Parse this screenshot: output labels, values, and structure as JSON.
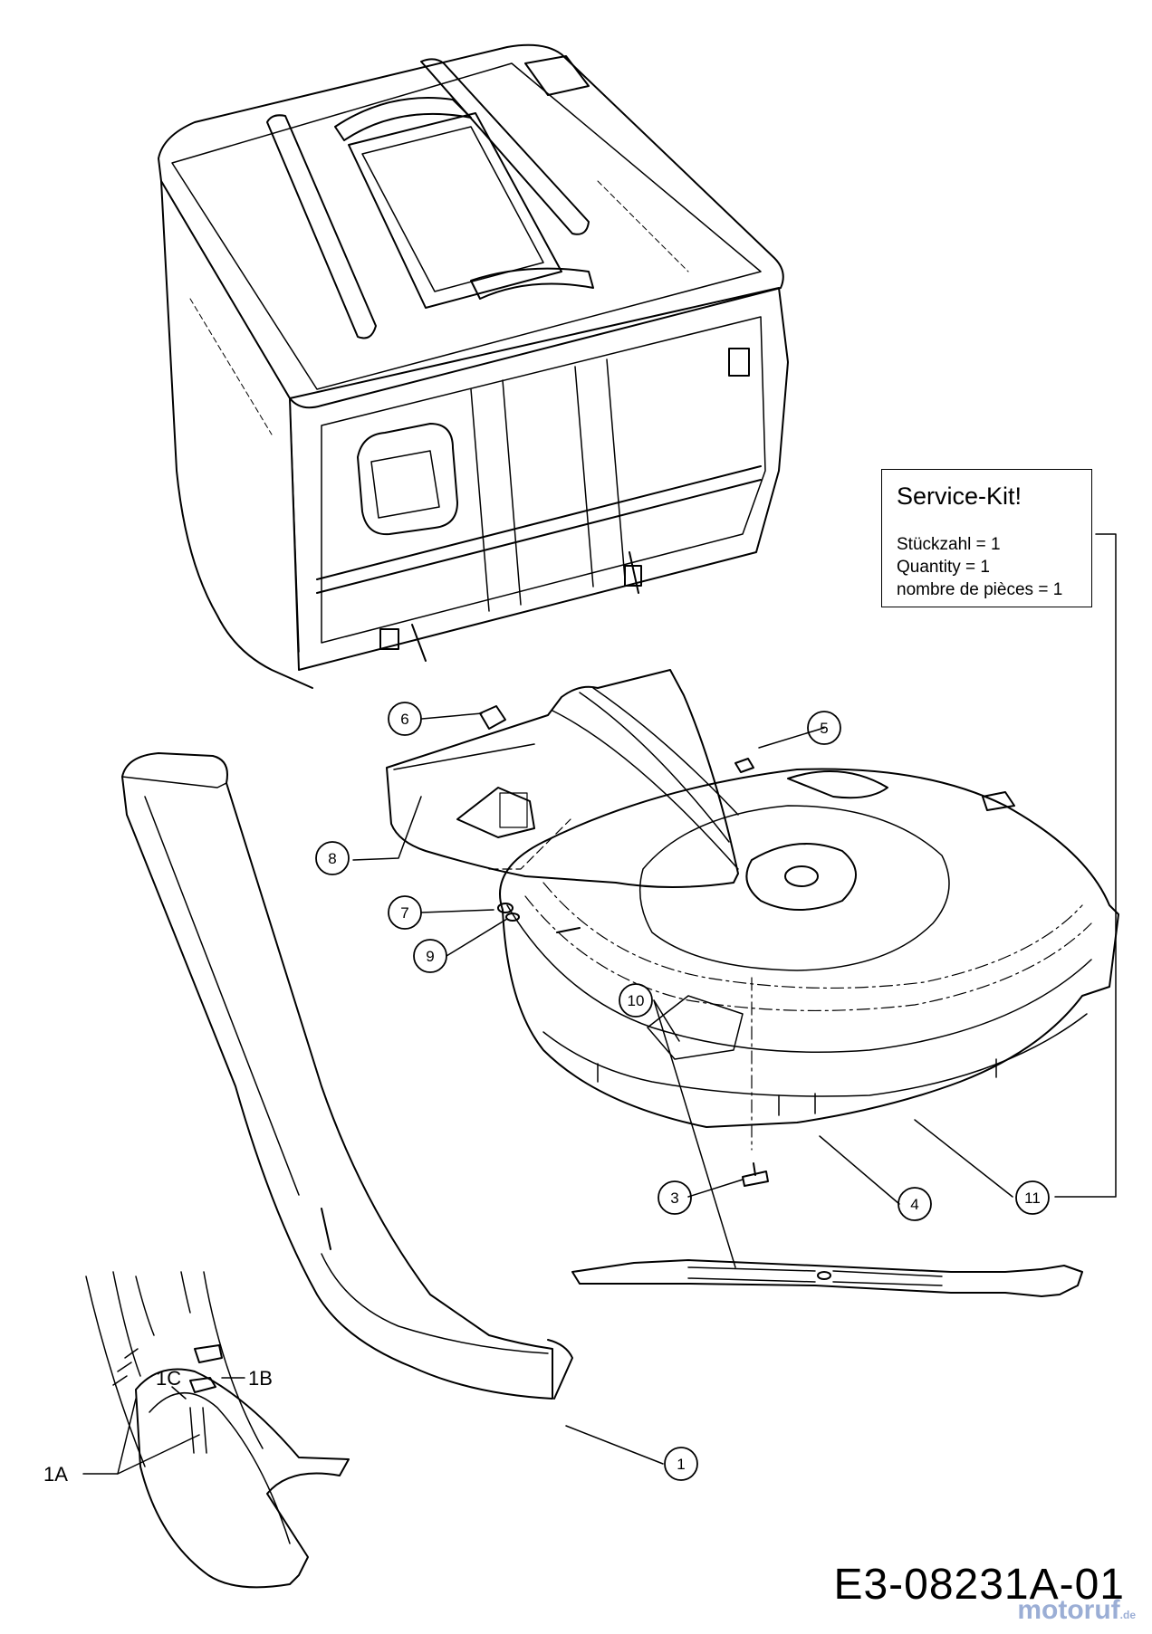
{
  "service_kit": {
    "title": "Service-Kit!",
    "lines": [
      "Stückzahl = 1",
      "Quantity = 1",
      "nombre de pièces = 1"
    ]
  },
  "callouts": [
    "1",
    "3",
    "4",
    "5",
    "6",
    "7",
    "8",
    "9",
    "10",
    "11"
  ],
  "detail_labels": [
    "1A",
    "1B",
    "1C"
  ],
  "drawing_number": "E3-08231A-01",
  "watermark": "motoruf",
  "watermark_tld": ".de",
  "colors": {
    "ink": "#000000",
    "watermark": "#7a93c8"
  }
}
